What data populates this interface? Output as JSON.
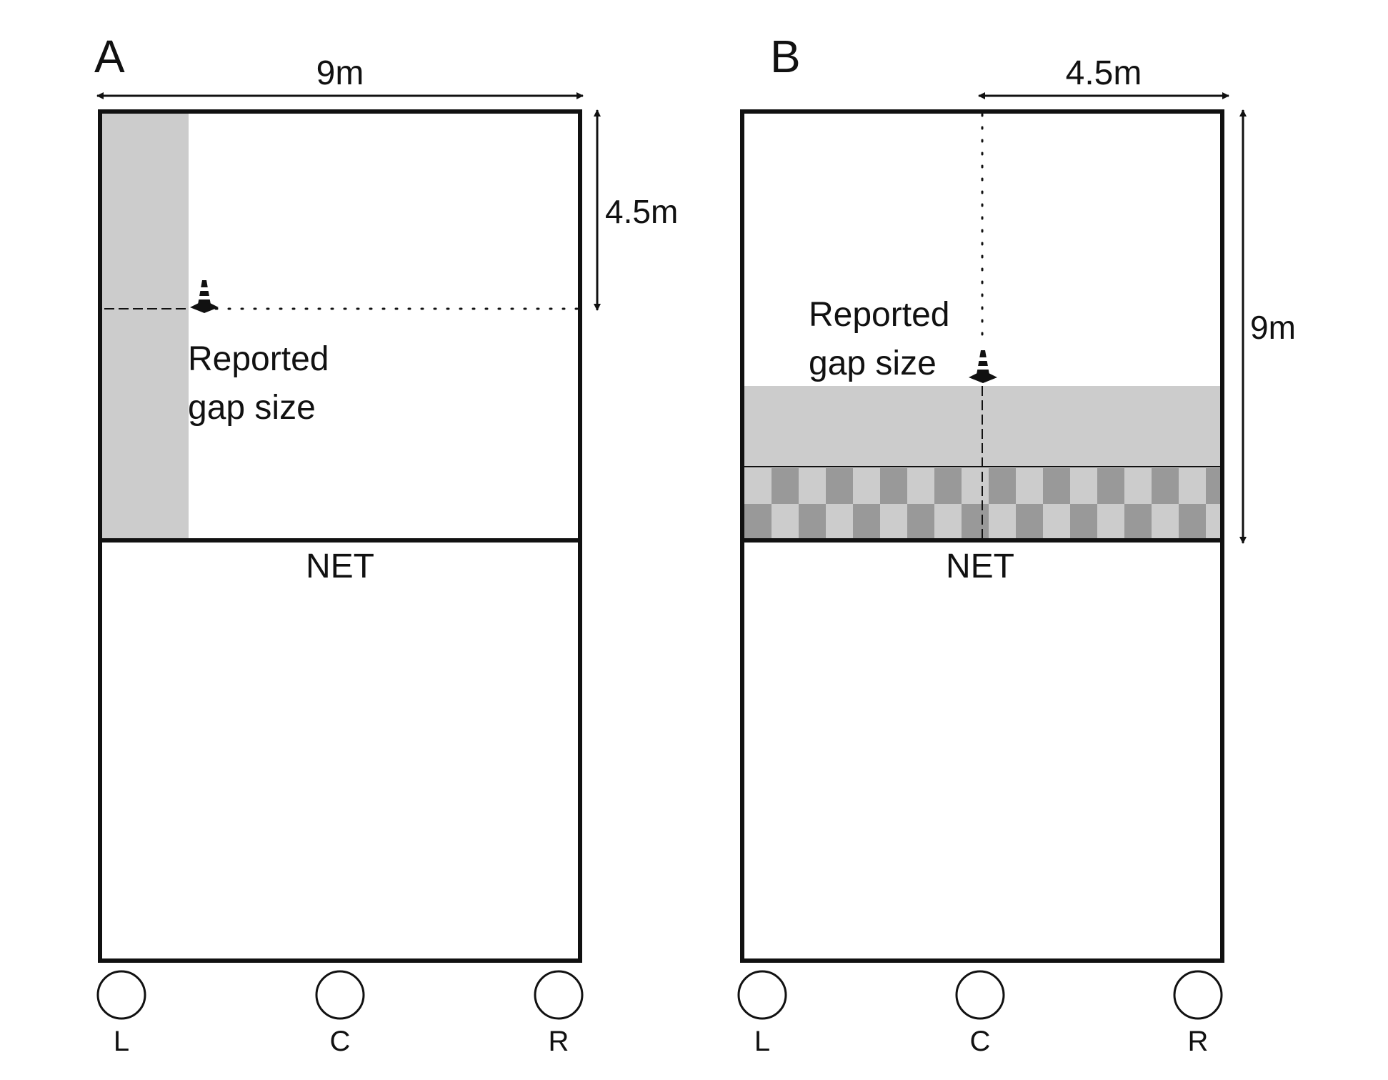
{
  "panels": {
    "a": {
      "letter": "A",
      "width_label": "9m",
      "depth_label": "4.5m",
      "gap_label_line1": "Reported",
      "gap_label_line2": "gap size",
      "net_label": "NET",
      "positions": [
        "L",
        "C",
        "R"
      ]
    },
    "b": {
      "letter": "B",
      "width_label": "4.5m",
      "depth_label": "9m",
      "gap_label_line1": "Reported",
      "gap_label_line2": "gap size",
      "net_label": "NET",
      "positions": [
        "L",
        "C",
        "R"
      ]
    }
  },
  "colors": {
    "line": "#111111",
    "shade": "#cccccc",
    "check_dark": "#999999",
    "check_light": "#cccccc",
    "cone": "#111111"
  }
}
